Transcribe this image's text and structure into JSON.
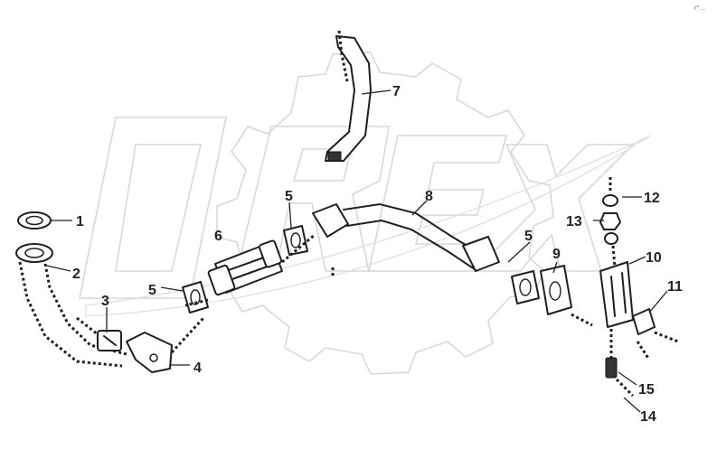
{
  "corner_mark": "r° ...",
  "watermark": {
    "text": "OREX"
  },
  "callouts": [
    {
      "id": "callout-1",
      "text": "1"
    },
    {
      "id": "callout-2",
      "text": "2"
    },
    {
      "id": "callout-3",
      "text": "3"
    },
    {
      "id": "callout-4",
      "text": "4"
    },
    {
      "id": "callout-5a",
      "text": "5"
    },
    {
      "id": "callout-5b",
      "text": "5"
    },
    {
      "id": "callout-5c",
      "text": "5"
    },
    {
      "id": "callout-6",
      "text": "6"
    },
    {
      "id": "callout-7",
      "text": "7"
    },
    {
      "id": "callout-8",
      "text": "8"
    },
    {
      "id": "callout-9",
      "text": "9"
    },
    {
      "id": "callout-10",
      "text": "10"
    },
    {
      "id": "callout-11",
      "text": "11"
    },
    {
      "id": "callout-12",
      "text": "12"
    },
    {
      "id": "callout-13",
      "text": "13"
    },
    {
      "id": "callout-14",
      "text": "14"
    },
    {
      "id": "callout-15",
      "text": "15"
    }
  ]
}
